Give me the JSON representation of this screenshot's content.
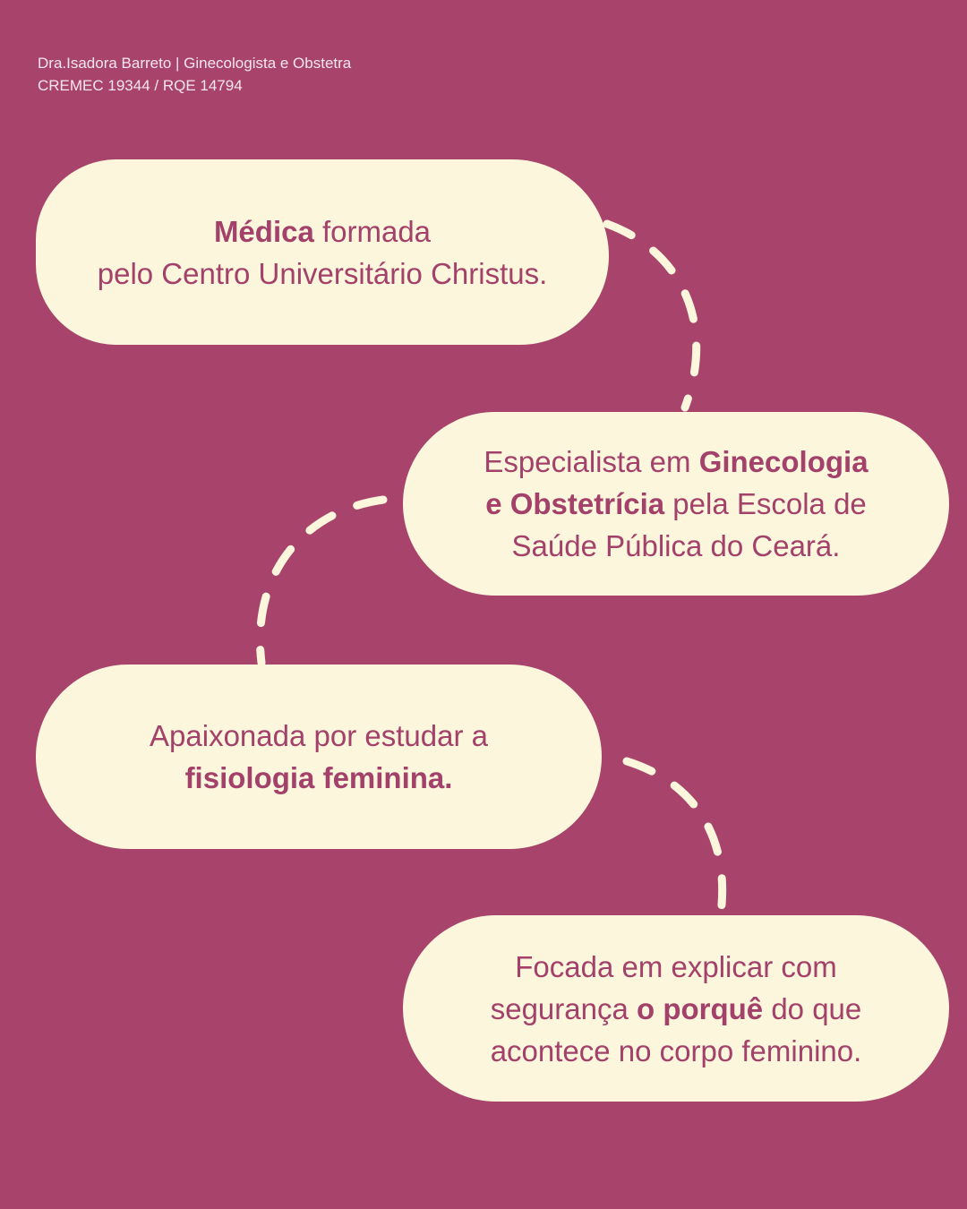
{
  "header": {
    "line1": "Dra.Isadora Barreto | Ginecologista e Obstetra",
    "line2": "CREMEC 19344 / RQE 14794"
  },
  "bubbles": [
    {
      "bold1": "Médica",
      "text1": " formada",
      "text2": "pelo Centro Universitário Christus."
    },
    {
      "text1": "Especialista em ",
      "bold1": "Ginecologia",
      "bold2": "e Obstetrícia",
      "text2": " pela Escola de",
      "text3": "Saúde Pública do Ceará."
    },
    {
      "text1": "Apaixonada por estudar a",
      "bold1": "fisiologia feminina."
    },
    {
      "text1": "Focada em explicar com",
      "text2": "segurança ",
      "bold1": "o porquê",
      "text3": " do que",
      "text4": "acontece no corpo feminino."
    }
  ],
  "colors": {
    "background": "#a8446b",
    "bubble": "#fbf6dc",
    "text": "#a3416a"
  }
}
